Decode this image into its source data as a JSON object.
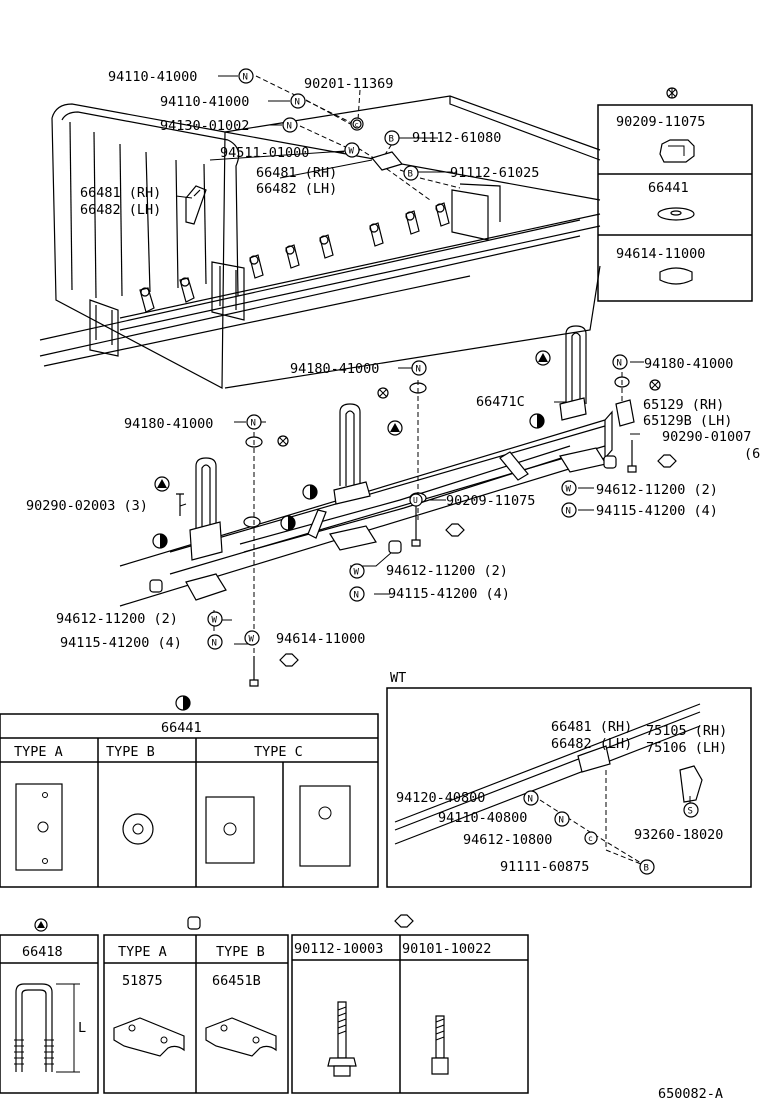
{
  "labels": {
    "l1": "94110-41000",
    "l2": "90201-11369",
    "l3": "94110-41000",
    "l4": "94130-01002",
    "l5": "91112-61080",
    "l6": "94511-01000",
    "l7": "66481 (RH)",
    "l8": "66482 (LH)",
    "l9": "91112-61025",
    "l10": "66481 (RH)",
    "l11": "66482 (LH)",
    "l12": "94180-41000",
    "l13": "94180-41000",
    "l14": "66471C",
    "l15": "65129  (RH)",
    "l16": "65129B (LH)",
    "l17": "90290-01007",
    "l18": "94180-41000",
    "l19": "90290-02003 (3)",
    "l20": "90209-11075",
    "l21": "94612-11200 (2)",
    "l22": "94115-41200 (4)",
    "l23": "94612-11200 (2)",
    "l24": "94115-41200 (4)",
    "l25": "94612-11200 (2)",
    "l26": "94115-41200 (4)",
    "l27": "94614-11000",
    "l28": "(6"
  },
  "legend_top": {
    "row1": "90209-11075",
    "row2": "66441",
    "row3": "94614-11000"
  },
  "wt_box": {
    "title": "WT",
    "l1": "66481 (RH)",
    "l2": "66482 (LH)",
    "l3": "75105 (RH)",
    "l4": "75106 (LH)",
    "l5": "94120-40800",
    "l6": "94110-40800",
    "l7": "94612-10800",
    "l8": "93260-18020",
    "l9": "91111-60875"
  },
  "table_66441": {
    "title": "66441",
    "type_a": "TYPE A",
    "type_b": "TYPE B",
    "type_c": "TYPE C"
  },
  "table_66418": {
    "title": "66418",
    "dim": "L"
  },
  "table_seat": {
    "type_a": "TYPE A",
    "type_b": "TYPE B",
    "pn_a": "51875",
    "pn_b": "66451B"
  },
  "table_bolt": {
    "pn1": "90112-10003",
    "pn2": "90101-10022"
  },
  "badges": {
    "n": "N",
    "w": "W",
    "b": "B",
    "s": "S",
    "u": "U",
    "c": "c"
  },
  "figure_id": "650082-A"
}
